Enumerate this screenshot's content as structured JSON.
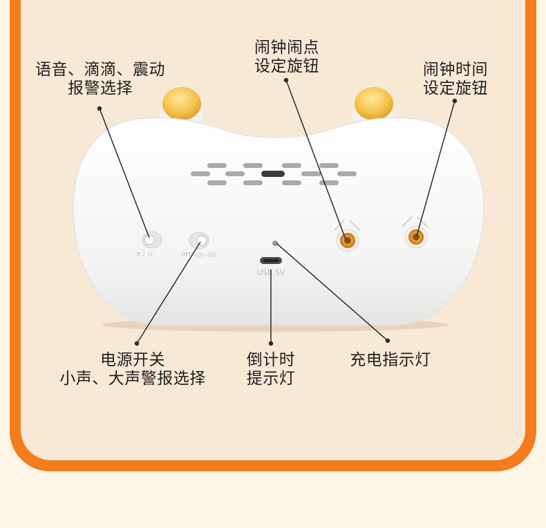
{
  "labels": {
    "sound_mode": "语音、滴滴、震动\n报警选择",
    "alarm_set_knob": "闹钟闹点\n设定旋钮",
    "clock_time_knob": "闹钟时间\n设定旋钮",
    "power_switch": "电源开关\n小声、大声警报选择",
    "countdown_light": "倒计时\n提示灯",
    "charge_light": "充电指示灯"
  },
  "device": {
    "usb_label": "USB 5V",
    "switch_right_label": "OFF"
  },
  "colors": {
    "accent_orange": "#f47c1c",
    "panel_bg": "#f8e8d6",
    "knob_gold": "#e9a23a"
  }
}
